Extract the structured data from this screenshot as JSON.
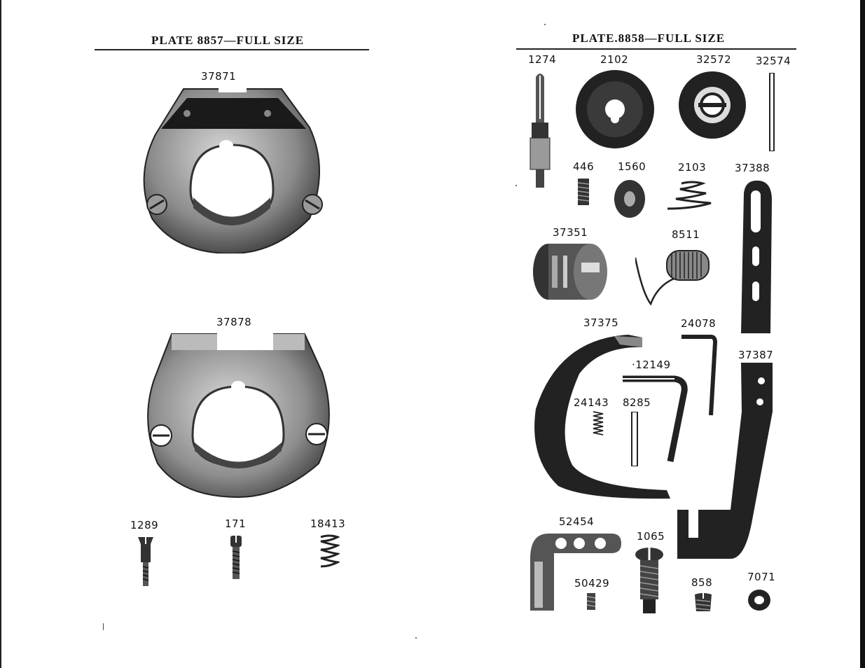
{
  "left_page": {
    "title": "PLATE 8857—FULL SIZE",
    "parts": {
      "p37871": "37871",
      "p37878": "37878",
      "p1289": "1289",
      "p171": "171",
      "p18413": "18413"
    }
  },
  "right_page": {
    "title": "PLATE.8858—FULL SIZE",
    "parts": {
      "p1274": "1274",
      "p2102": "2102",
      "p32572": "32572",
      "p32574": "32574",
      "p446": "446",
      "p1560": "1560",
      "p2103": "2103",
      "p37388": "37388",
      "p37351": "37351",
      "p8511": "8511",
      "p37375": "37375",
      "p24078": "24078",
      "p12149": "·12149",
      "p37387": "37387",
      "p24143": "24143",
      "p8285": "8285",
      "p52454": "52454",
      "p1065": "1065",
      "p50429": "50429",
      "p858": "858",
      "p7071": "7071"
    }
  }
}
